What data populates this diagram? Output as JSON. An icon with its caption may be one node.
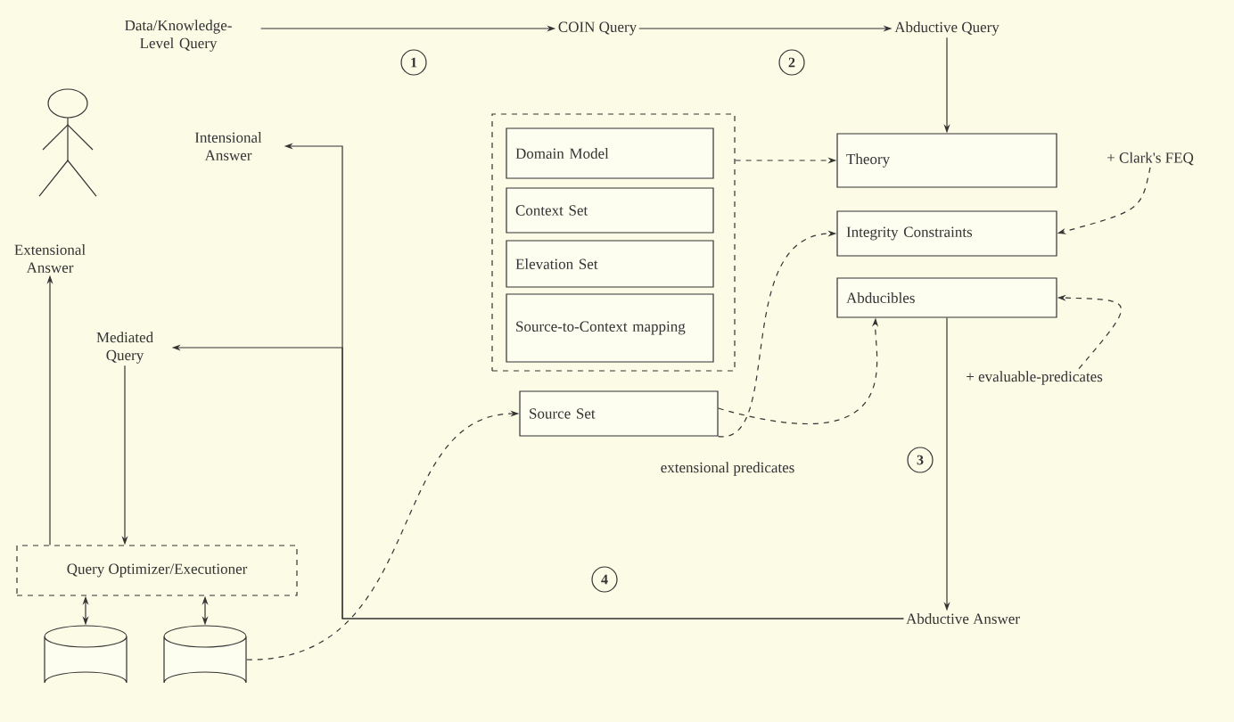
{
  "diagram": {
    "nodes": [
      {
        "text": [
          "Data/Knowledge-Level Query"
        ]
      },
      {
        "text": [
          "COIN Query"
        ]
      },
      {
        "text": [
          "Abductive Query"
        ]
      },
      {
        "text": [],
        "shape": "person"
      },
      {
        "text": [
          "Intensional Answer"
        ]
      },
      {
        "text": [
          "Extensional Answer"
        ]
      },
      {
        "text": [
          "Mediated Query"
        ]
      },
      {
        "text": [],
        "shape": "box"
      },
      {
        "text": [
          "Domain Model"
        ],
        "in": 7
      },
      {
        "text": [
          "Context Set"
        ],
        "in": 7
      },
      {
        "text": [
          "Elevation Set"
        ],
        "in": 7
      },
      {
        "text": [
          "Source-to-Context mapping"
        ],
        "in": 7
      },
      {
        "text": [
          "Theory"
        ]
      },
      {
        "text": [
          "Integrity Constraints"
        ]
      },
      {
        "text": [
          "Abducibles"
        ]
      },
      {
        "text": [
          "+ Clark's FEQ"
        ]
      },
      {
        "text": [
          "Source Set"
        ]
      },
      {
        "text": [
          "+ evaluable-predicates"
        ]
      },
      {
        "text": [
          "Query Optimizer/Executioner"
        ]
      },
      {
        "text": [],
        "shape": "cylinder"
      },
      {
        "text": [],
        "shape": "cylinder"
      },
      {
        "text": [
          "Abductive Answer"
        ]
      }
    ],
    "edges": [
      {
        "from": 0,
        "to": 1,
        "arrow": "to",
        "label": "1"
      },
      {
        "from": 1,
        "to": 2,
        "arrow": "to",
        "label": "2"
      },
      {
        "from": 2,
        "to": 12,
        "arrow": "to"
      },
      {
        "from": 7,
        "to": 12,
        "arrow": "to",
        "style": "dashed"
      },
      {
        "from": 15,
        "to": 13,
        "arrow": "to",
        "style": "dashed"
      },
      {
        "from": 17,
        "to": 14,
        "arrow": "to",
        "style": "dashed"
      },
      {
        "from": 16,
        "to": 13,
        "arrow": "to",
        "style": "dashed"
      },
      {
        "from": 16,
        "to": 14,
        "arrow": "to",
        "style": "dashed"
      },
      {
        "from": 14,
        "to": 21,
        "arrow": "to",
        "label": "3"
      },
      {
        "from": 21,
        "to": 4,
        "arrow": "to",
        "label": "4"
      },
      {
        "from": 21,
        "to": 6,
        "arrow": "to"
      },
      {
        "from": 6,
        "to": 18,
        "arrow": "to"
      },
      {
        "from": 18,
        "to": 5,
        "arrow": "to"
      },
      {
        "from": 18,
        "to": 19,
        "arrow": "both"
      },
      {
        "from": 18,
        "to": 20,
        "arrow": "both"
      },
      {
        "from": 20,
        "to": 16,
        "arrow": "to",
        "style": "dashed"
      }
    ],
    "labels": [
      "extensional predicates"
    ]
  }
}
